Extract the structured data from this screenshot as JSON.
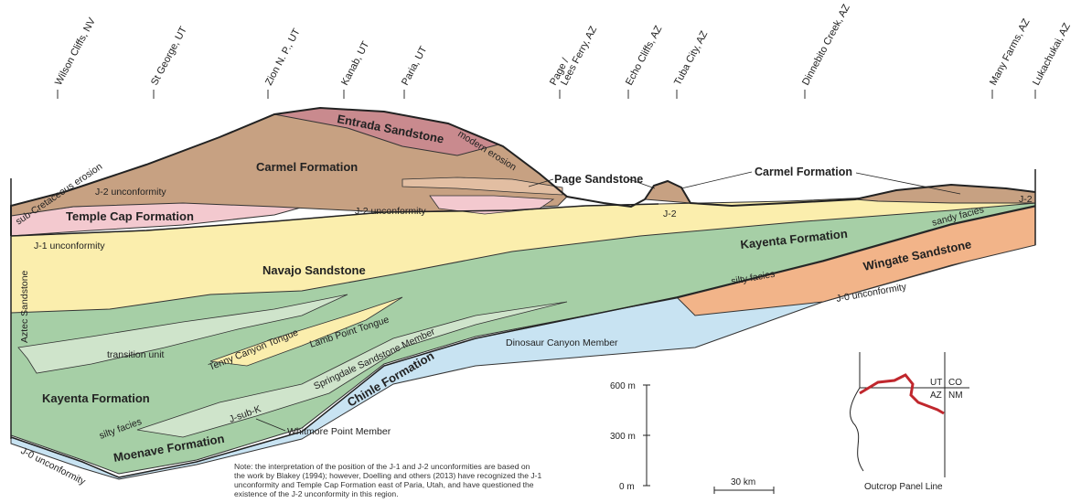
{
  "locations": [
    {
      "label": "Wilson Cliffs, NV"
    },
    {
      "label": "St George, UT"
    },
    {
      "label": "Zion N. P., UT"
    },
    {
      "label": "Kanab, UT"
    },
    {
      "label": "Paria, UT"
    },
    {
      "label": "Page /",
      "label2": "Lees Ferry, AZ"
    },
    {
      "label": "Echo Cliffs, AZ"
    },
    {
      "label": "Tuba City, AZ"
    },
    {
      "label": "Dinnebito Creek, AZ"
    },
    {
      "label": "Many Farms, AZ"
    },
    {
      "label": "Lukachukai, AZ"
    }
  ],
  "formations": {
    "entrada": "Entrada Sandstone",
    "carmel": "Carmel Formation",
    "carmel_callout": "Carmel Formation",
    "page": "Page Sandstone",
    "temple_cap": "Temple Cap Formation",
    "navajo": "Navajo Sandstone",
    "aztec": "Aztec Sandstone",
    "kayenta_east": "Kayenta Formation",
    "kayenta_west": "Kayenta Formation",
    "wingate": "Wingate Sandstone",
    "chinle": "Chinle Formation",
    "moenave": "Moenave Formation"
  },
  "labels": {
    "modern_erosion": "modern erosion",
    "sub_cretaceous": "sub-Cretaceous erosion",
    "j2_unc_west": "J-2 unconformity",
    "j2_unc_mid": "J-2 unconformity",
    "j2_echo": "J-2",
    "j2_east": "J-2",
    "j1_unc": "J-1 unconformity",
    "j0_unc_east": "J-0 unconformity",
    "j0_unc_west": "J-0 unconformity",
    "sandy_facies": "sandy facies",
    "silty_facies_east": "silty facies",
    "silty_facies_west": "silty facies",
    "transition_unit": "transition unit",
    "tenny_canyon": "Tenny Canyon Tongue",
    "lamb_point": "Lamb Point Tongue",
    "springdale": "Springdale Sandstone Member",
    "dinosaur_canyon": "Dinosaur Canyon Member",
    "whitmore": "Whitmore Point Member",
    "j_sub_k": "J-sub-K"
  },
  "note": [
    "Note: the interpretation of the position of the J-1 and J-2 unconformities are based on",
    "the work by Blakey (1994); however, Doelling and others (2013) have recognized the J-1",
    "unconformity and Temple Cap Formation east of Paria, Utah, and have questioned the",
    "existence of the J-2 unconformity in this region."
  ],
  "vertical_scale": [
    "600 m",
    "300 m",
    "0 m"
  ],
  "horizontal_scale": "30 km",
  "inset": {
    "caption": "Outcrop Panel Line",
    "ut": "UT",
    "co": "CO",
    "az": "AZ",
    "nm": "NM"
  },
  "colors": {
    "entrada": "#c98a8e",
    "carmel": "#c7a182",
    "carmel_light": "#e2bea2",
    "temple_cap": "#f3c9cf",
    "navajo": "#fbeead",
    "kayenta": "#a6cfa6",
    "kayenta_light": "#cfe4cb",
    "wingate": "#f2b489",
    "dinosaur": "#c8e3f2",
    "moenave": "#c8e3f2",
    "outcrop_line": "#c0272d"
  }
}
